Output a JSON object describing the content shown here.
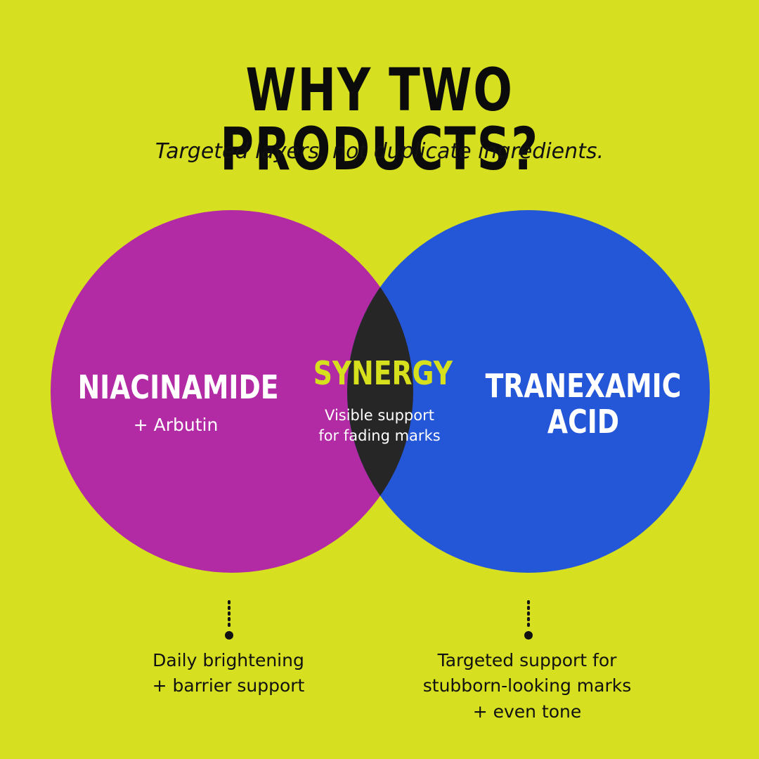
{
  "title": "WHY TWO PRODUCTS?",
  "subtitle": "Targeted layers, not duplicate ingredients.",
  "colors": {
    "background": "#d6df20",
    "left_circle": "#b22ba5",
    "right_circle": "#2456d8",
    "overlap": "#262626",
    "synergy_text": "#d7e01c",
    "text_dark": "#111111",
    "text_light": "#ffffff"
  },
  "left_circle": {
    "heading": "NIACINAMIDE",
    "subheading": "+ Arbutin",
    "note_lines": [
      "Daily brightening",
      "+ barrier support"
    ]
  },
  "overlap": {
    "heading": "SYNERGY",
    "description_lines": [
      "Visible support",
      "for fading marks"
    ]
  },
  "right_circle": {
    "heading_lines": [
      "TRANEXAMIC",
      "ACID"
    ],
    "note_lines": [
      "Targeted support for",
      "stubborn-looking marks",
      "+ even tone"
    ]
  }
}
